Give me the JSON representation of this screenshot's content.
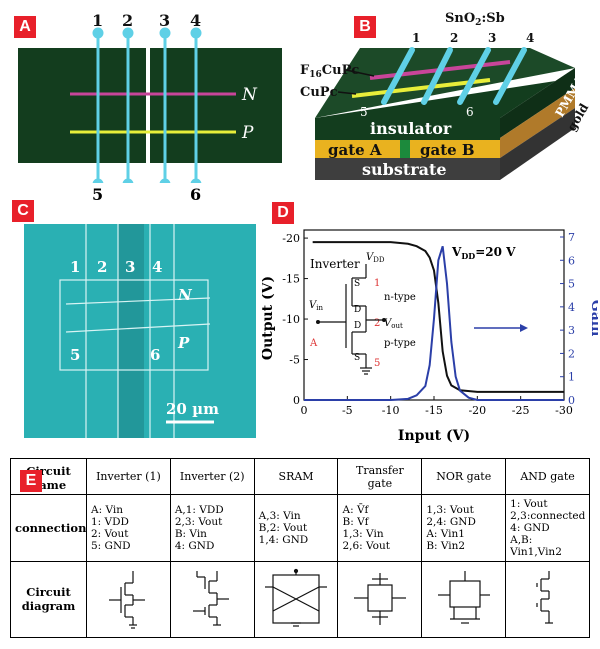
{
  "panels": {
    "a": "A",
    "b": "B",
    "c": "C",
    "d": "D",
    "e": "E"
  },
  "panel_a": {
    "top_labels": [
      "1",
      "2",
      "3",
      "4"
    ],
    "bottom_labels": [
      "5",
      "6"
    ],
    "line_n": "N",
    "line_p": "P"
  },
  "panel_b": {
    "sno2": "SnO",
    "sno2_sub": "2",
    "sno2_tail": ":Sb",
    "f16": "F",
    "f16_sub": "16",
    "f16_tail": "CuPc",
    "cupc": "CuPc",
    "electrodes": [
      "1",
      "2",
      "3",
      "4"
    ],
    "front_labels": [
      "5",
      "6"
    ],
    "insulator": "insulator",
    "gate_a": "gate A",
    "gate_b": "gate B",
    "substrate": "substrate",
    "pmma": "PMMA",
    "gold": "gold"
  },
  "panel_c": {
    "labels": [
      "1",
      "2",
      "3",
      "4"
    ],
    "n": "N",
    "p": "P",
    "bottom_labels": [
      "5",
      "6"
    ],
    "scale": "20 µm"
  },
  "panel_d": {
    "inverter": "Inverter",
    "vdd": "V",
    "vdd_sub": "DD",
    "vin": "V",
    "vin_sub": "in",
    "vout": "V",
    "vout_sub": "out",
    "ntype": "n-type",
    "ptype": "p-type",
    "node1": "1",
    "node2": "2",
    "node5": "5",
    "nodeA": "A",
    "s": "S",
    "d": "D",
    "condition": "V",
    "condition_sub": "DD",
    "condition_tail": "=20 V",
    "xlabel": "Input (V)",
    "ylabel_left": "Output (V)",
    "ylabel_right": "Gain"
  },
  "chart_data": {
    "type": "line",
    "xlabel": "Input (V)",
    "ylabel": "Output (V)",
    "y2label": "Gain",
    "x_ticks": [
      "0",
      "-5",
      "-10",
      "-15",
      "-20",
      "-25",
      "-30"
    ],
    "y_ticks": [
      "-20",
      "-15",
      "-10",
      "-5",
      "0"
    ],
    "y2_ticks": [
      "0",
      "1",
      "2",
      "3",
      "4",
      "5",
      "6",
      "7"
    ],
    "xlim": [
      0,
      -30
    ],
    "ylim": [
      0,
      -21
    ],
    "y2lim": [
      0,
      7.3
    ],
    "series": [
      {
        "color": "#111111",
        "axis": "left",
        "x": [
          -1,
          -5,
          -10,
          -12,
          -13,
          -14,
          -14.5,
          -15,
          -15.5,
          -16,
          -16.5,
          -17,
          -18,
          -20,
          -25,
          -30
        ],
        "y": [
          -19.5,
          -19.5,
          -19.5,
          -19.3,
          -19.0,
          -18.4,
          -17.6,
          -16,
          -12,
          -6,
          -3,
          -1.8,
          -1.2,
          -1.0,
          -1.0,
          -1.0
        ]
      },
      {
        "color": "#2b3fa8",
        "axis": "right",
        "x": [
          0,
          -10,
          -12,
          -13,
          -14,
          -14.5,
          -15,
          -15.5,
          -16,
          -16.5,
          -17,
          -17.5,
          -18,
          -19,
          -20,
          -25,
          -30
        ],
        "y": [
          0,
          0,
          0.05,
          0.2,
          0.6,
          1.5,
          3.5,
          6.0,
          6.6,
          5.0,
          2.5,
          1.0,
          0.4,
          0.1,
          0,
          0,
          0
        ]
      }
    ]
  },
  "table": {
    "corner": "E",
    "row_headers": [
      "Circuit name",
      "connection",
      "Circuit diagram"
    ],
    "columns": [
      {
        "name": "Inverter (1)",
        "conn": [
          "A: Vin",
          "1: VDD",
          "2: Vout",
          "5: GND"
        ]
      },
      {
        "name": "Inverter (2)",
        "conn": [
          "A,1: VDD",
          "2,3: Vout",
          "B: Vin",
          "4: GND"
        ]
      },
      {
        "name": "SRAM",
        "conn": [
          "A,3: Vin",
          "B,2: Vout",
          "1,4: GND"
        ]
      },
      {
        "name": "Transfer gate",
        "conn": [
          "A: V̄f",
          "B: Vf",
          "1,3: Vin",
          "2,6: Vout"
        ]
      },
      {
        "name": "NOR gate",
        "conn": [
          "1,3: Vout",
          "2,4: GND",
          "A: Vin1",
          "B: Vin2"
        ]
      },
      {
        "name": "AND gate",
        "conn": [
          "1: Vout",
          "2,3:connected",
          "4: GND",
          "A,B: Vin1,Vin2"
        ]
      }
    ]
  }
}
